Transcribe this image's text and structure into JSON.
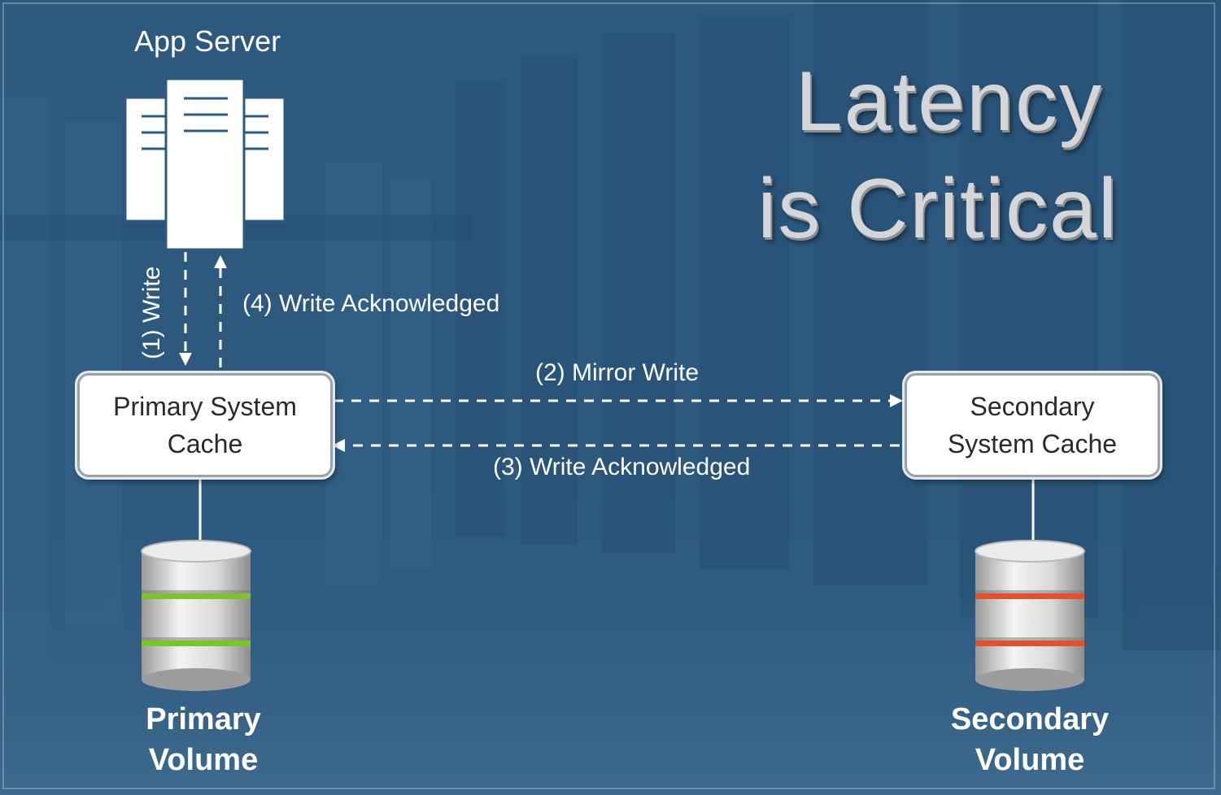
{
  "app_server": {
    "label": "App Server",
    "icon": "server-icon"
  },
  "title": {
    "line1": "Latency",
    "line2": "is Critical"
  },
  "primary_cache": {
    "line1": "Primary System",
    "line2": "Cache"
  },
  "secondary_cache": {
    "line1": "Secondary",
    "line2": "System Cache"
  },
  "steps": {
    "write": "(1) Write",
    "mirror_write": "(2) Mirror Write",
    "ack_secondary": "(3) Write Acknowledged",
    "ack_app": "(4) Write Acknowledged"
  },
  "primary_volume": {
    "line1": "Primary",
    "line2": "Volume",
    "icon": "database-icon",
    "band_color": "#7dc42a"
  },
  "secondary_volume": {
    "line1": "Secondary",
    "line2": "Volume",
    "icon": "database-icon",
    "band_color": "#e0522c"
  }
}
